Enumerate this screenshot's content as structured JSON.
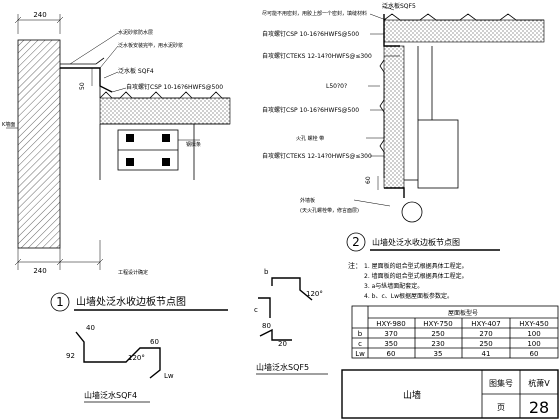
{
  "detail1": {
    "dim_top": "240",
    "dim_bottom": "240",
    "dim_side": "50",
    "labels": {
      "waterproof": "水泥砂浆防水层",
      "sealant": "泛水板安装完毕，用水泥砂浆",
      "flashing": "泛水板 SQF4",
      "screw": "自攻螺钉CSP 10-16?6HWFS@500",
      "wall": "K墙面",
      "purlin": "钢檩条",
      "design": "工程设计确定"
    },
    "circle_num": "1",
    "title": "山墙处泛水收边板节点图"
  },
  "detail2": {
    "labels": {
      "seal_top": "尽可能不用密封，用胶上部一个密封，填缝材料",
      "sqf5": "泛水板SQF5",
      "screw1": "自攻螺钉CSP 10-16?6HWFS@500",
      "cteks1": "自攻螺钉CTEKS  12-14?0HWFS@≤300",
      "l50": "L50?0?",
      "screw2": "自攻螺钉CSP 10-16?6HWFS@500",
      "fire": "火孔 螺栓 带",
      "cteks2": "自攻螺钉CTEKS  12-14?0HWFS@≤300",
      "wall": "外墙板",
      "wall_note": "(天火孔螺栓带，修言面层)"
    },
    "dims": [
      "60"
    ],
    "circle_num": "2",
    "title": "山墙处泛水收边板节点图"
  },
  "profile_sqf4": {
    "dims": [
      "40",
      "92",
      "120°",
      "60",
      "Lw"
    ],
    "label": "山墙泛水SQF4"
  },
  "profile_sqf5": {
    "dims": [
      "b",
      "120°",
      "c",
      "80",
      "20"
    ],
    "label": "山墙泛水SQF5"
  },
  "notes": {
    "heading": "注：",
    "items": [
      "1. 屋面板的组合型式根据具体工程定。",
      "2. 墙面板的组合型式根据具体工程定。",
      "3. a与纵墙面配套定。",
      "4. b、c、Lw根据屋面板参数定。"
    ]
  },
  "table": {
    "header_main": "屋面板型号",
    "columns": [
      "HXY-980",
      "HXY-750",
      "HXY-407",
      "HXY-450"
    ],
    "rows": [
      {
        "label": "b",
        "values": [
          "370",
          "250",
          "270",
          "100"
        ]
      },
      {
        "label": "c",
        "values": [
          "350",
          "230",
          "250",
          "100"
        ]
      },
      {
        "label": "Lw",
        "values": [
          "60",
          "35",
          "41",
          "60"
        ]
      }
    ]
  },
  "title_block": {
    "title": "山墙",
    "atlas_label": "图集号",
    "atlas_value": "杭萧V",
    "page_label": "页",
    "page_value": "28"
  }
}
